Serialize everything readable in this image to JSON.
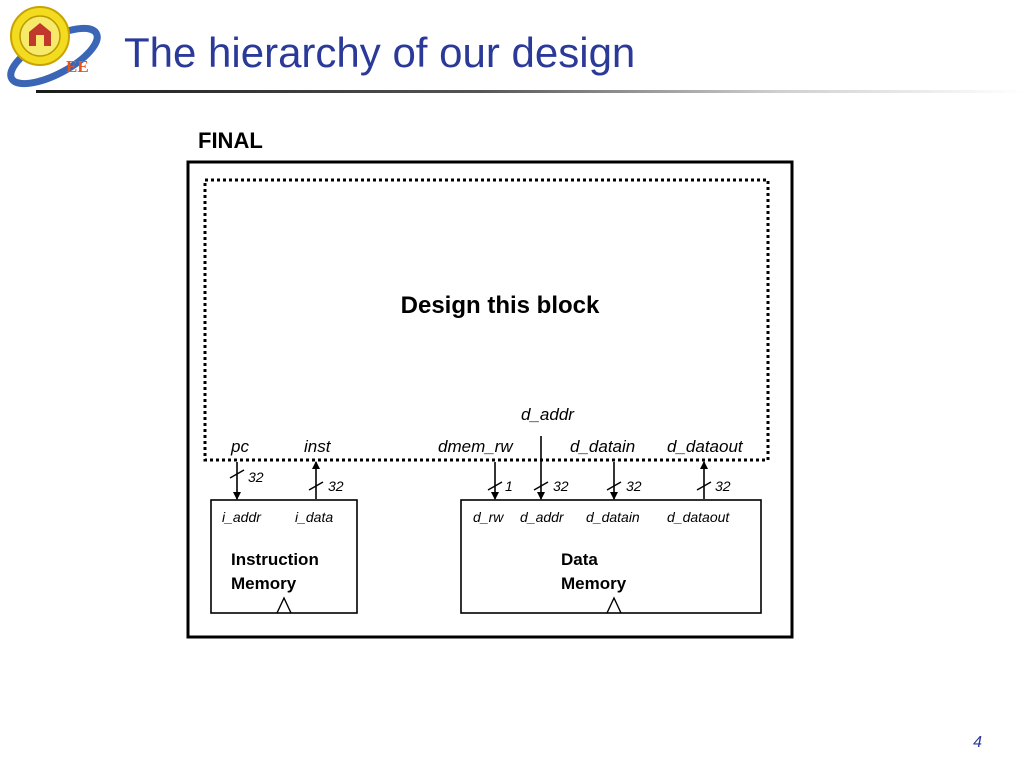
{
  "slide": {
    "title": "The hierarchy of our design",
    "page_number": "4",
    "logo": {
      "text": "EE"
    }
  },
  "diagram": {
    "outer_label": "FINAL",
    "inner_block_label": "Design this block",
    "final_ports": {
      "pc": "pc",
      "inst": "inst",
      "dmem_rw": "dmem_rw",
      "d_addr": "d_addr",
      "d_datain": "d_datain",
      "d_dataout": "d_dataout"
    },
    "bus_widths": {
      "pc": "32",
      "inst": "32",
      "dmem_rw": "1",
      "d_addr": "32",
      "d_datain": "32",
      "d_dataout": "32"
    },
    "instruction_memory": {
      "ports": [
        "i_addr",
        "i_data"
      ],
      "name_line1": "Instruction",
      "name_line2": "Memory"
    },
    "data_memory": {
      "ports": [
        "d_rw",
        "d_addr",
        "d_datain",
        "d_dataout"
      ],
      "name_line1": "Data",
      "name_line2": "Memory"
    }
  },
  "colors": {
    "title": "#2b3a99",
    "page_number": "#2b3a99",
    "lines": "#000000"
  }
}
